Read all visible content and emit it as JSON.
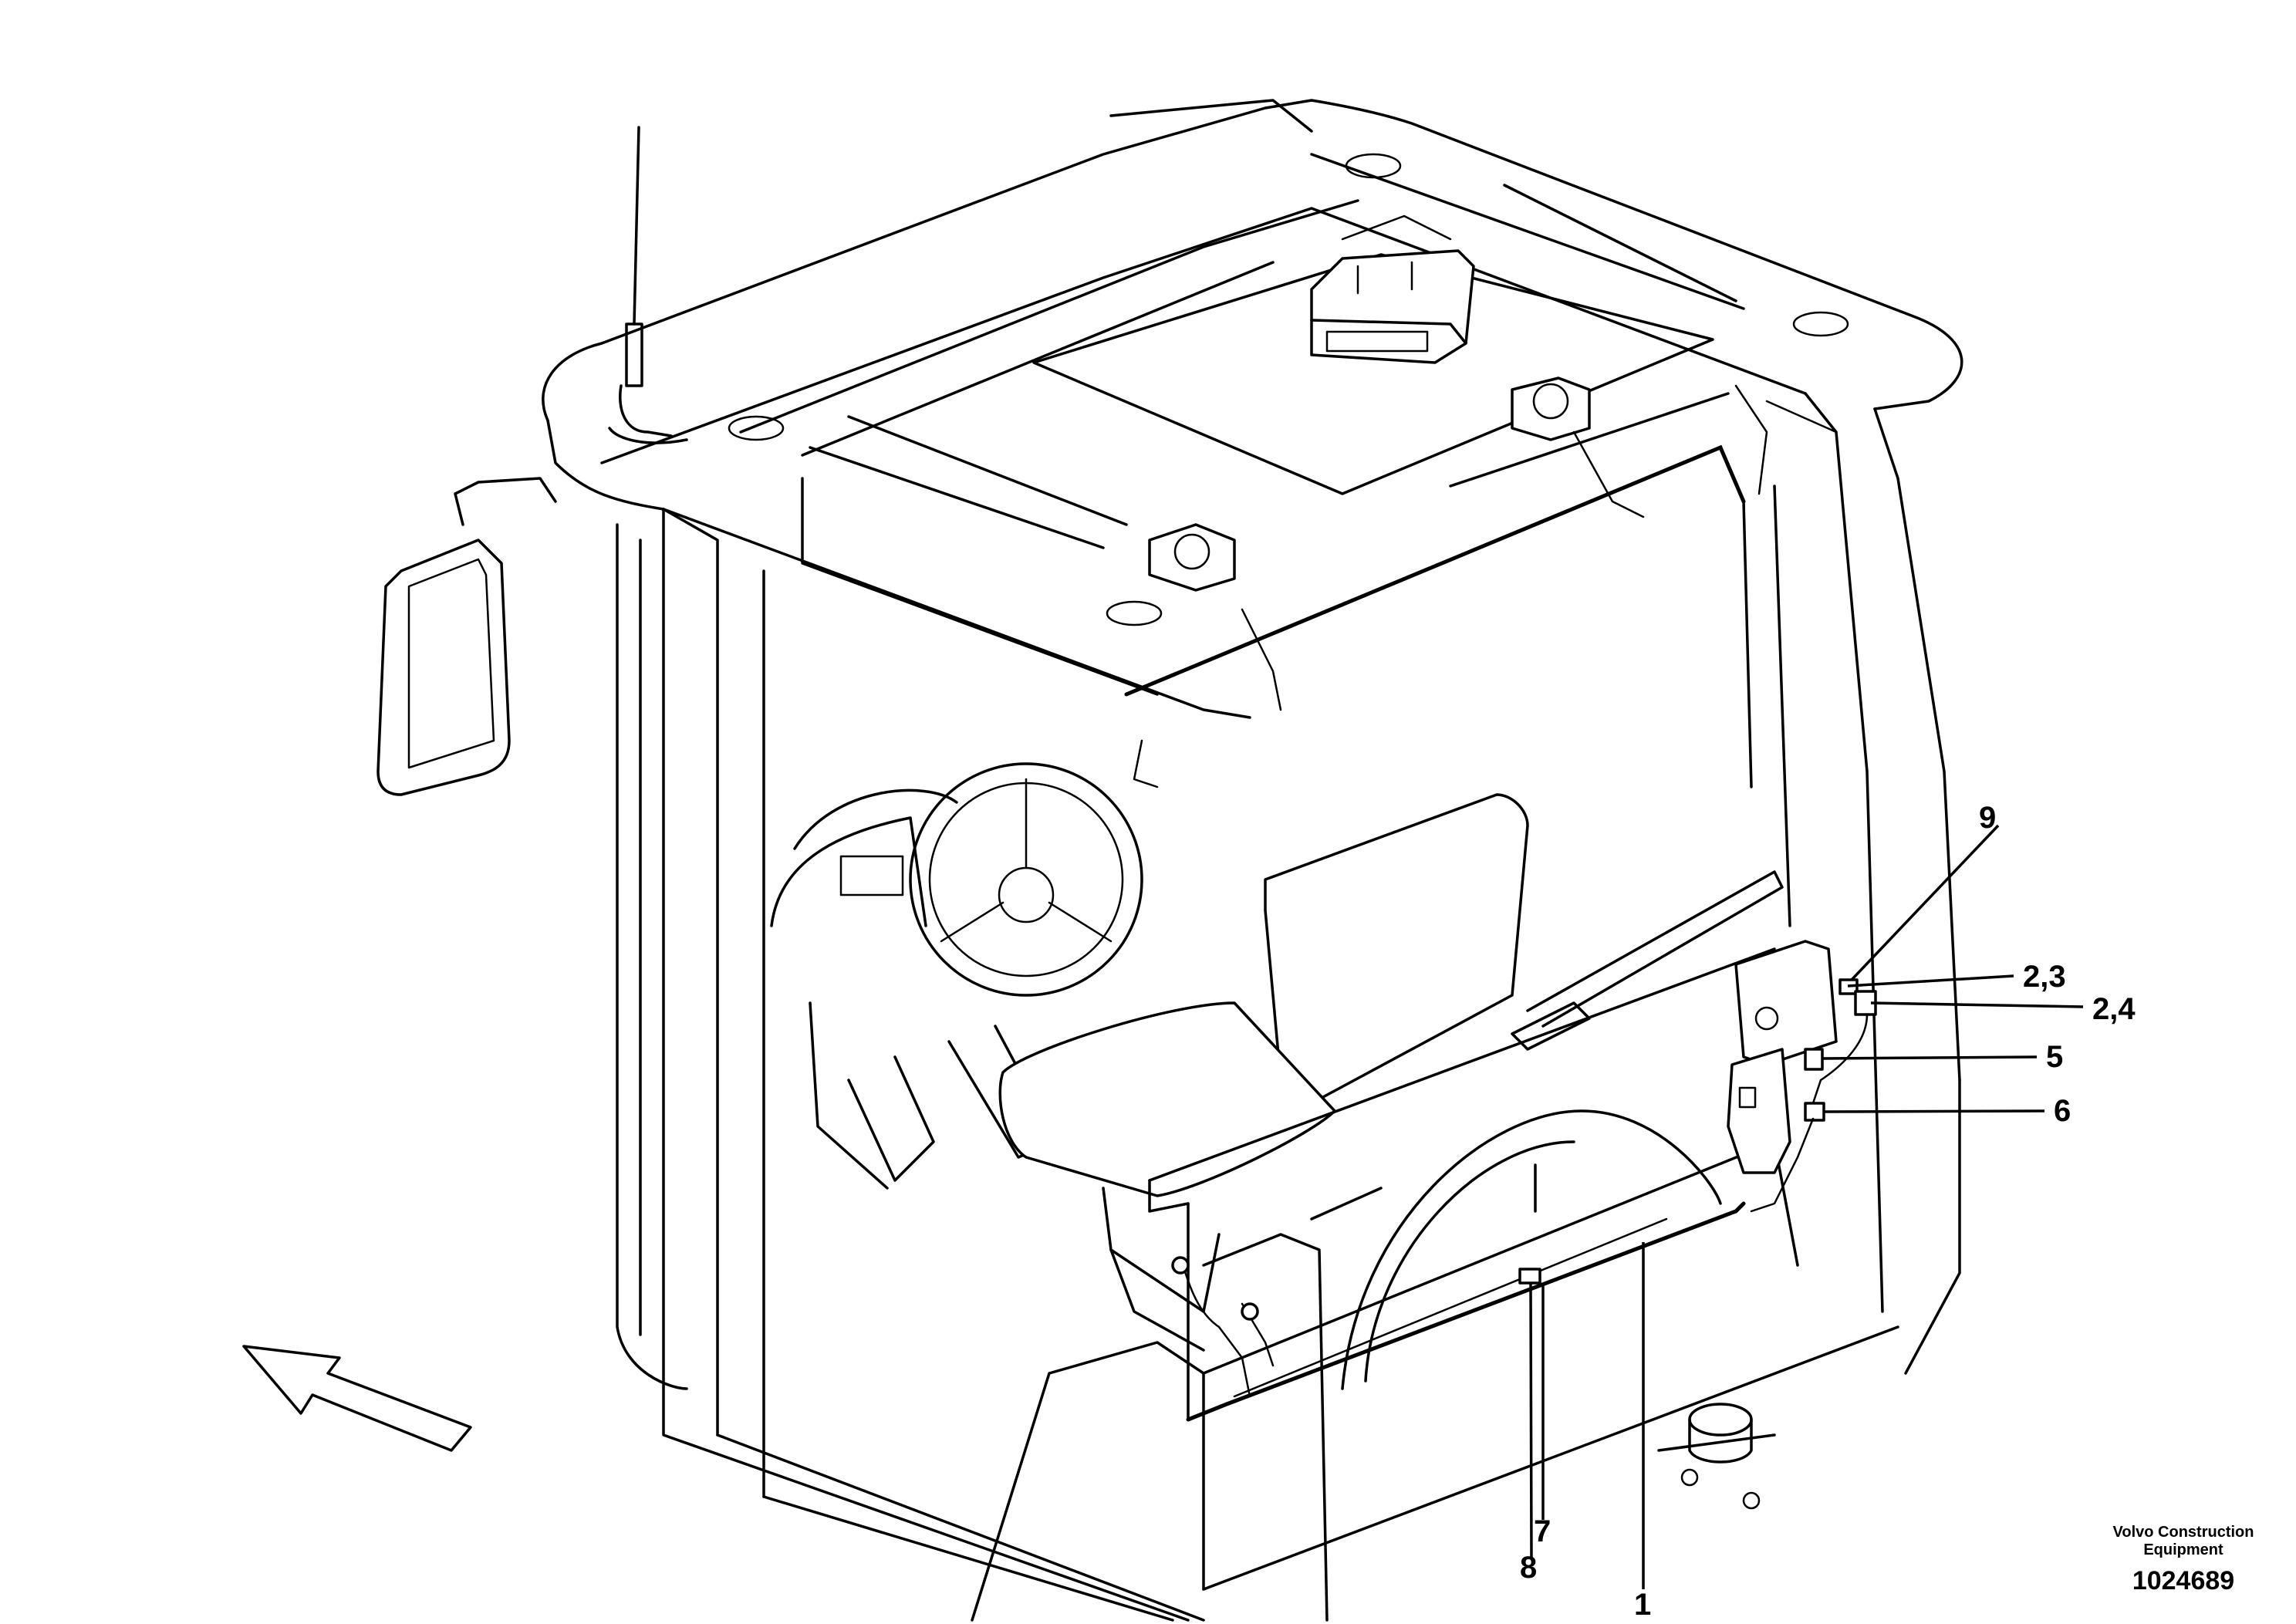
{
  "callouts": {
    "c1": "1",
    "c2_3": "2,3",
    "c2_4": "2,4",
    "c5": "5",
    "c6": "6",
    "c7": "7",
    "c8": "8",
    "c9": "9"
  },
  "footer": {
    "maker_line1": "Volvo Construction",
    "maker_line2": "Equipment",
    "drawing_number": "1024689"
  },
  "icons": {
    "direction_arrow": "direction-arrow-icon"
  },
  "colors": {
    "ink": "#000000",
    "paper": "#ffffff"
  }
}
